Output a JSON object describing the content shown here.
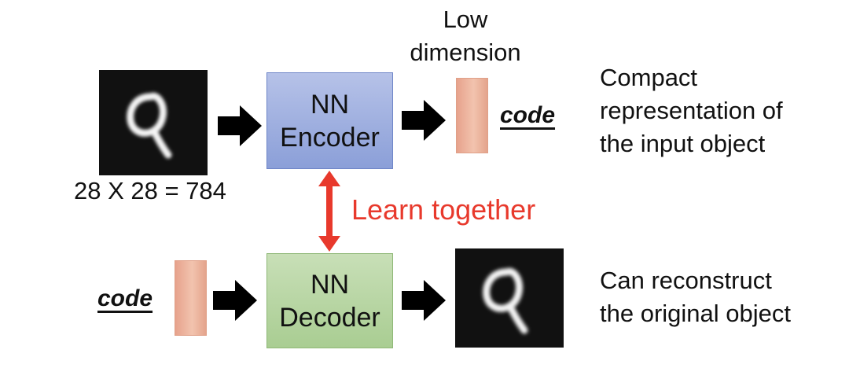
{
  "encoder": {
    "input_size_label": "28 X 28 = 784",
    "box_line1": "NN",
    "box_line2": "Encoder",
    "low_dim_line1": "Low",
    "low_dim_line2": "dimension",
    "code_label": "code",
    "compact_line1": "Compact",
    "compact_line2": "representation of",
    "compact_line3": "the input object"
  },
  "joint": {
    "learn_label": "Learn together",
    "arrow_color": "#e8392c"
  },
  "decoder": {
    "code_label": "code",
    "box_line1": "NN",
    "box_line2": "Decoder",
    "reconstruct_line1": "Can reconstruct",
    "reconstruct_line2": "the original object"
  },
  "colors": {
    "encoder_box": "#9aacdf",
    "decoder_box": "#b5d5a0",
    "code_bar": "#eeb49e",
    "learn_text": "#e8392c"
  },
  "icons": {
    "input_image": "handwritten-digit-9",
    "output_image": "handwritten-digit-9",
    "arrows": "black-block-arrow-right"
  }
}
